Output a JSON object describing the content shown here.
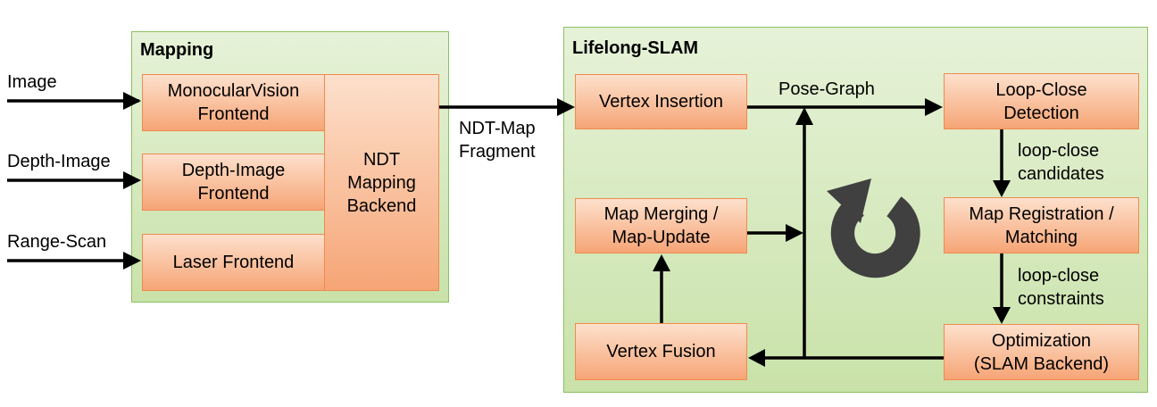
{
  "inputs": {
    "image": "Image",
    "depth_image": "Depth-Image",
    "range_scan": "Range-Scan"
  },
  "mapping": {
    "title": "Mapping",
    "mono_frontend": "MonocularVision\nFrontend",
    "depth_frontend": "Depth-Image\nFrontend",
    "laser_frontend": "Laser Frontend",
    "ndt_backend": "NDT\nMapping\nBackend"
  },
  "ndt_fragment_label": "NDT-Map\nFragment",
  "lifelong": {
    "title": "Lifelong-SLAM",
    "vertex_insertion": "Vertex Insertion",
    "pose_graph_label": "Pose-Graph",
    "loop_close_detection": "Loop-Close\nDetection",
    "loop_close_candidates": "loop-close\ncandidates",
    "map_registration": "Map Registration /\nMatching",
    "loop_close_constraints": "loop-close\nconstraints",
    "optimization": "Optimization\n(SLAM Backend)",
    "vertex_fusion": "Vertex Fusion",
    "map_merging": "Map Merging /\nMap-Update",
    "cycle_icon": "circular-arrow-icon"
  },
  "colors": {
    "group_fill": "#d6eac0",
    "group_border": "#8cc063",
    "box_fill": "#f9b98f",
    "box_border": "#f08a50",
    "cycle_icon": "#404040"
  }
}
